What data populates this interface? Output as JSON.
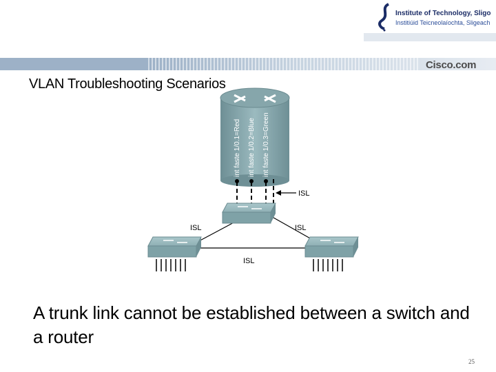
{
  "header": {
    "institute_name": "Institute of Technology, Sligo",
    "institute_name_irish": "Institiúid Teicneolaíochta, Sligeach",
    "cisco_label": "Cisco.com"
  },
  "slide": {
    "title": "VLAN Troubleshooting Scenarios",
    "caption": "A trunk link cannot be established between a switch and a router",
    "page_number": "25"
  },
  "diagram": {
    "router_interfaces": [
      "int faste 1/0.1=Red",
      "int faste 1/0.2=Blue",
      "int faste 1/0.3=Green"
    ],
    "link_labels": {
      "router_to_switch": "ISL",
      "left_link": "ISL",
      "right_link": "ISL",
      "bottom_link": "ISL"
    }
  },
  "colors": {
    "router_top": "#7f9ea4",
    "router_body": "#8aa9af",
    "switch": "#8fb0b5",
    "band": "#9db1c7"
  }
}
